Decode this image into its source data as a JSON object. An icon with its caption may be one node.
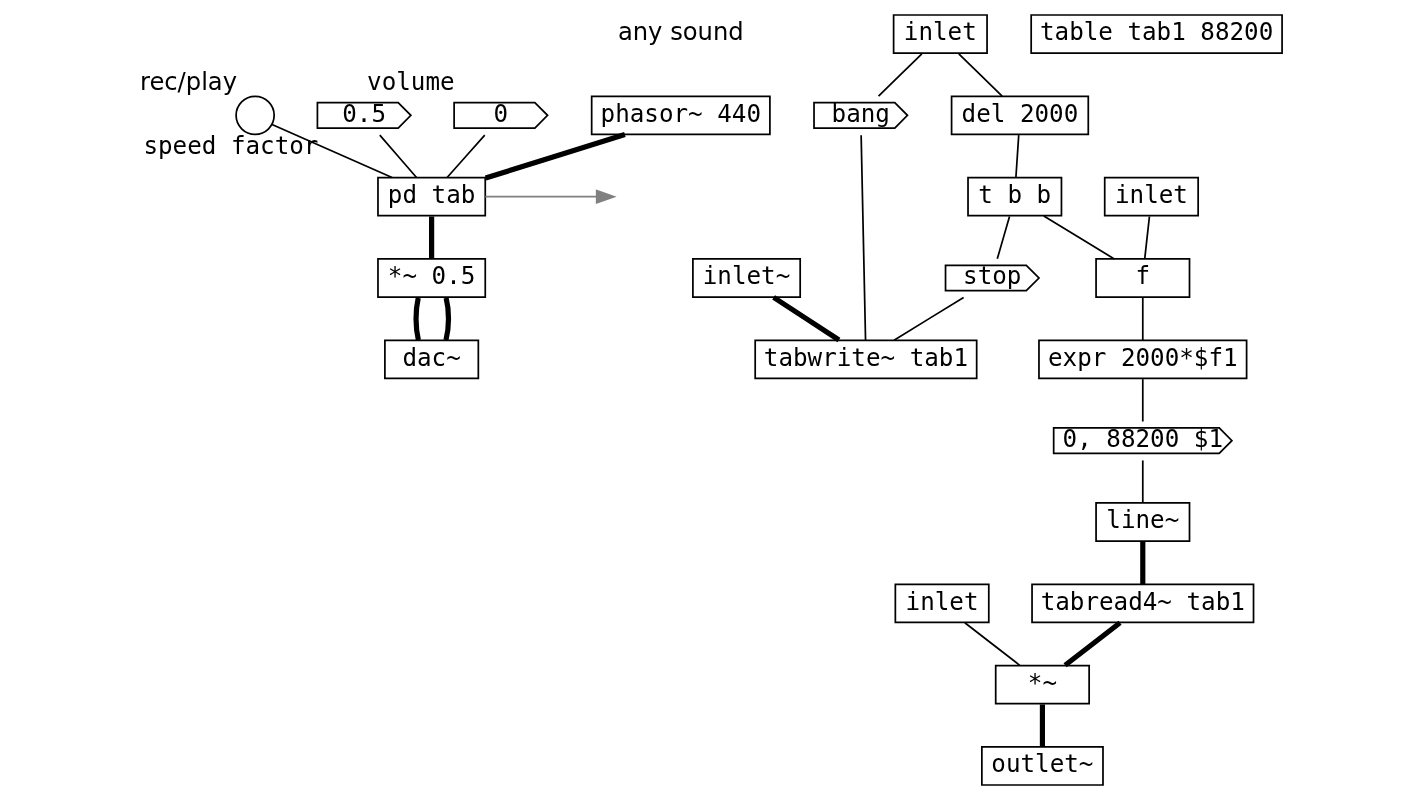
{
  "diagram": {
    "nodes": [
      {
        "text": [
          "phasor~ 440"
        ]
      },
      {
        "text": [],
        "shape": "circle",
        "beside": [
          "rec/play"
        ]
      },
      {
        "text": [
          "0.5"
        ],
        "beside": [
          "speed factor"
        ]
      },
      {
        "text": [
          "0"
        ],
        "beside": [
          "volume"
        ]
      },
      {
        "text": [
          "pd tab"
        ]
      },
      {
        "text": [
          "*~ 0.5"
        ]
      },
      {
        "text": [
          "dac~"
        ]
      },
      {
        "text": [
          "inlet"
        ]
      },
      {
        "text": [
          "inlet~"
        ]
      },
      {
        "text": [
          "del 2000"
        ]
      },
      {
        "text": [
          "table tab1 88200"
        ]
      },
      {
        "text": [
          "bang"
        ]
      },
      {
        "text": [
          "t b b"
        ]
      },
      {
        "text": [
          "stop"
        ]
      },
      {
        "text": [
          "tabwrite~ tab1"
        ]
      },
      {
        "text": [
          "inlet"
        ]
      },
      {
        "text": [
          "f"
        ]
      },
      {
        "text": [
          "expr 2000*$f1"
        ]
      },
      {
        "text": [
          "0, 88200 $1"
        ]
      },
      {
        "text": [
          "line~"
        ]
      },
      {
        "text": [
          "inlet"
        ]
      },
      {
        "text": [
          "tabread4~ tab1"
        ]
      },
      {
        "text": [
          "*~"
        ]
      },
      {
        "text": [
          "outlet~"
        ]
      }
    ],
    "edges": [
      {
        "from": 0,
        "to": 4,
        "arrow": "none",
        "style": "thick"
      },
      {
        "from": 1,
        "to": 4,
        "arrow": "none"
      },
      {
        "from": 2,
        "to": 4,
        "arrow": "none"
      },
      {
        "from": 3,
        "to": 4,
        "arrow": "none"
      },
      {
        "from": 4,
        "to": 5,
        "arrow": "none",
        "style": "thick"
      },
      {
        "from": 5,
        "to": 6,
        "arrow": "none",
        "style": "thick"
      },
      {
        "from": 5,
        "to": 6,
        "arrow": "none",
        "style": "thick"
      },
      {
        "from": 4,
        "to": null,
        "arrow": "to",
        "color": "#808080"
      },
      {
        "from": 7,
        "to": 11,
        "arrow": "none"
      },
      {
        "from": 7,
        "to": 9,
        "arrow": "none"
      },
      {
        "from": 9,
        "to": 12,
        "arrow": "none"
      },
      {
        "from": 12,
        "to": 16,
        "arrow": "none"
      },
      {
        "from": 12,
        "to": 13,
        "arrow": "none"
      },
      {
        "from": 8,
        "to": 14,
        "arrow": "none",
        "style": "thick"
      },
      {
        "from": 11,
        "to": 14,
        "arrow": "none"
      },
      {
        "from": 13,
        "to": 14,
        "arrow": "none"
      },
      {
        "from": 15,
        "to": 16,
        "arrow": "none"
      },
      {
        "from": 16,
        "to": 17,
        "arrow": "none"
      },
      {
        "from": 17,
        "to": 18,
        "arrow": "none"
      },
      {
        "from": 18,
        "to": 19,
        "arrow": "none"
      },
      {
        "from": 19,
        "to": 21,
        "arrow": "none",
        "style": "thick"
      },
      {
        "from": 21,
        "to": 22,
        "arrow": "none",
        "style": "thick"
      },
      {
        "from": 20,
        "to": 22,
        "arrow": "none"
      },
      {
        "from": 22,
        "to": 23,
        "arrow": "none",
        "style": "thick"
      }
    ],
    "labels": [
      "any sound"
    ]
  }
}
